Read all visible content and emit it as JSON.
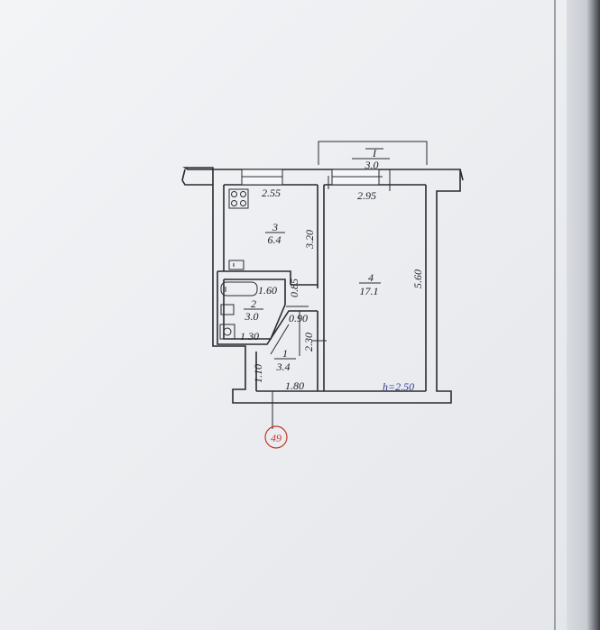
{
  "plan": {
    "rooms": [
      {
        "id": "balcony",
        "number": "I",
        "area": "3.0"
      },
      {
        "id": "kitchen",
        "number": "3",
        "area": "6.4"
      },
      {
        "id": "room",
        "number": "4",
        "area": "17.1"
      },
      {
        "id": "bath",
        "number": "2",
        "area": "3.0"
      },
      {
        "id": "hall",
        "number": "1",
        "area": "3.4"
      }
    ],
    "dimensions": {
      "kitchen_width": "2.55",
      "kitchen_depth": "3.20",
      "room_width": "2.95",
      "room_depth": "5.60",
      "bath_width": "1.60",
      "bath_depth": "0.85",
      "bath_bottom": "1.30",
      "hall_door": "0.90",
      "hall_side": "2.30",
      "hall_depth": "1.10",
      "hall_width": "1.80"
    },
    "ceiling_height": "h=2.50",
    "axis_marker": "49"
  },
  "colors": {
    "ink": "#1e1e28",
    "axis_red": "#c0392b",
    "ceiling_blue": "#2a3f8f"
  }
}
